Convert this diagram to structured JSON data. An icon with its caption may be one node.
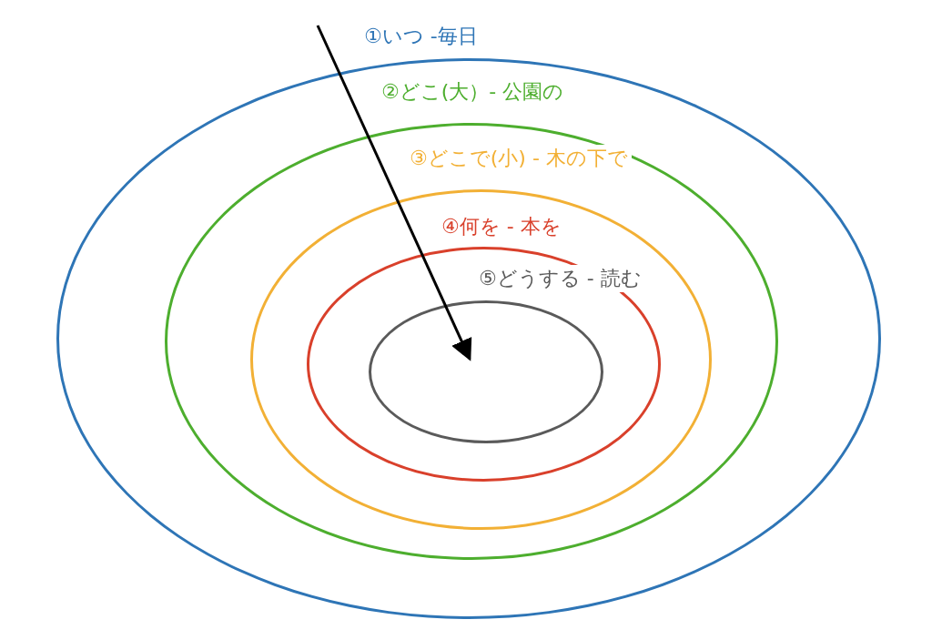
{
  "diagram": {
    "nodes": [
      {
        "text": [
          "①いつ -毎日"
        ]
      },
      {
        "text": [
          "②どこ(大）- 公園の"
        ],
        "in": 0
      },
      {
        "text": [
          "③どこで(小) - 木の下で"
        ],
        "in": 1
      },
      {
        "text": [
          "④何を - 本を"
        ],
        "in": 2
      },
      {
        "text": [
          "⑤どうする - 読む"
        ],
        "in": 3
      }
    ]
  }
}
